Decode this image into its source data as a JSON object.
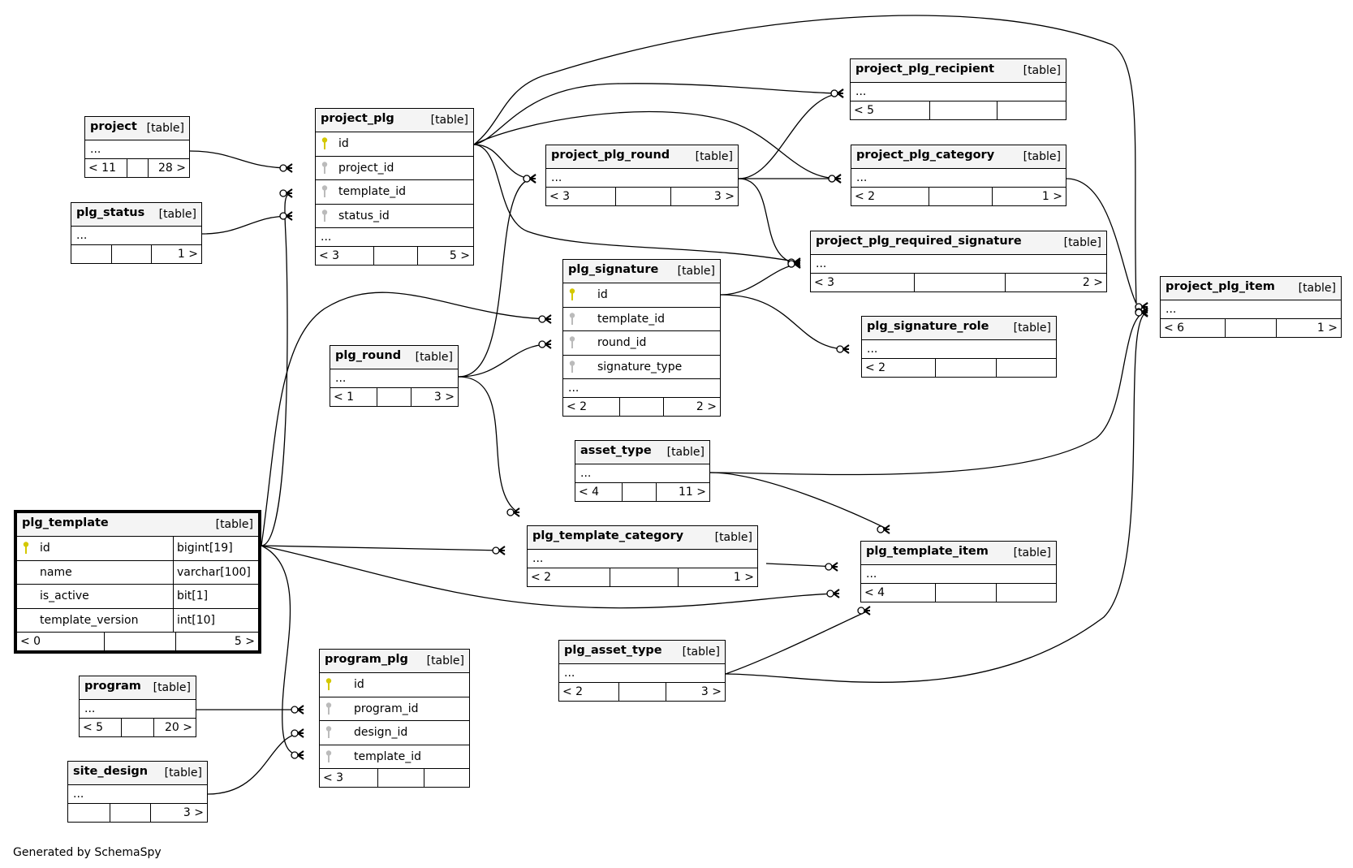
{
  "diagram": {
    "footer": "Generated by SchemaSpy",
    "type_label": "[table]",
    "colors": {
      "pk_key": "#d4c800",
      "fk_key": "#bbbbbb",
      "header_bg": "#f4f4f4",
      "line": "#000000"
    },
    "tables": [
      {
        "id": "project",
        "name": "project",
        "columns": [],
        "ellipsis": "...",
        "parents": "< 11",
        "children": "28 >"
      },
      {
        "id": "plg_status",
        "name": "plg_status",
        "columns": [],
        "ellipsis": "...",
        "parents": "",
        "children": "1 >"
      },
      {
        "id": "project_plg",
        "name": "project_plg",
        "columns": [
          {
            "name": "id",
            "key": "pk"
          },
          {
            "name": "project_id",
            "key": "fk"
          },
          {
            "name": "template_id",
            "key": "fk"
          },
          {
            "name": "status_id",
            "key": "fk"
          }
        ],
        "ellipsis": "...",
        "parents": "< 3",
        "children": "5 >"
      },
      {
        "id": "project_plg_round",
        "name": "project_plg_round",
        "columns": [],
        "ellipsis": "...",
        "parents": "< 3",
        "children": "3 >"
      },
      {
        "id": "project_plg_recipient",
        "name": "project_plg_recipient",
        "columns": [],
        "ellipsis": "...",
        "parents": "< 5",
        "children": ""
      },
      {
        "id": "project_plg_category",
        "name": "project_plg_category",
        "columns": [],
        "ellipsis": "...",
        "parents": "< 2",
        "children": "1 >"
      },
      {
        "id": "project_plg_required_signature",
        "name": "project_plg_required_signature",
        "columns": [],
        "ellipsis": "...",
        "parents": "< 3",
        "children": "2 >"
      },
      {
        "id": "plg_signature",
        "name": "plg_signature",
        "columns": [
          {
            "name": "id",
            "key": "pk"
          },
          {
            "name": "template_id",
            "key": "fk"
          },
          {
            "name": "round_id",
            "key": "fk"
          },
          {
            "name": "signature_type",
            "key": "fk"
          }
        ],
        "ellipsis": "...",
        "parents": "< 2",
        "children": "2 >"
      },
      {
        "id": "plg_round",
        "name": "plg_round",
        "columns": [],
        "ellipsis": "...",
        "parents": "< 1",
        "children": "3 >"
      },
      {
        "id": "plg_signature_role",
        "name": "plg_signature_role",
        "columns": [],
        "ellipsis": "...",
        "parents": "< 2",
        "children": ""
      },
      {
        "id": "project_plg_item",
        "name": "project_plg_item",
        "columns": [],
        "ellipsis": "...",
        "parents": "< 6",
        "children": "1 >"
      },
      {
        "id": "asset_type",
        "name": "asset_type",
        "columns": [],
        "ellipsis": "...",
        "parents": "< 4",
        "children": "11 >"
      },
      {
        "id": "plg_template",
        "name": "plg_template",
        "focus": true,
        "columns": [
          {
            "name": "id",
            "key": "pk",
            "type": "bigint[19]"
          },
          {
            "name": "name",
            "key": "",
            "type": "varchar[100]"
          },
          {
            "name": "is_active",
            "key": "",
            "type": "bit[1]"
          },
          {
            "name": "template_version",
            "key": "",
            "type": "int[10]"
          }
        ],
        "ellipsis": null,
        "parents": "< 0",
        "children": "5 >"
      },
      {
        "id": "plg_template_category",
        "name": "plg_template_category",
        "columns": [],
        "ellipsis": "...",
        "parents": "< 2",
        "children": "1 >"
      },
      {
        "id": "plg_template_item",
        "name": "plg_template_item",
        "columns": [],
        "ellipsis": "...",
        "parents": "< 4",
        "children": ""
      },
      {
        "id": "plg_asset_type",
        "name": "plg_asset_type",
        "columns": [],
        "ellipsis": "...",
        "parents": "< 2",
        "children": "3 >"
      },
      {
        "id": "program",
        "name": "program",
        "columns": [],
        "ellipsis": "...",
        "parents": "< 5",
        "children": "20 >"
      },
      {
        "id": "program_plg",
        "name": "program_plg",
        "columns": [
          {
            "name": "id",
            "key": "pk"
          },
          {
            "name": "program_id",
            "key": "fk"
          },
          {
            "name": "design_id",
            "key": "fk"
          },
          {
            "name": "template_id",
            "key": "fk"
          }
        ],
        "ellipsis": null,
        "parents": "< 3",
        "children": ""
      },
      {
        "id": "site_design",
        "name": "site_design",
        "columns": [],
        "ellipsis": "...",
        "parents": "",
        "children": "3 >"
      }
    ],
    "relationships": [
      {
        "from": "project",
        "to": "project_plg",
        "to_column": "project_id"
      },
      {
        "from": "plg_template",
        "to": "project_plg",
        "to_column": "template_id"
      },
      {
        "from": "plg_status",
        "to": "project_plg",
        "to_column": "status_id"
      },
      {
        "from": "project_plg",
        "to": "project_plg_round"
      },
      {
        "from": "project_plg",
        "to": "project_plg_recipient"
      },
      {
        "from": "project_plg",
        "to": "project_plg_category"
      },
      {
        "from": "project_plg",
        "to": "project_plg_required_signature"
      },
      {
        "from": "project_plg",
        "to": "project_plg_item"
      },
      {
        "from": "project_plg_round",
        "to": "project_plg_recipient"
      },
      {
        "from": "project_plg_round",
        "to": "project_plg_category"
      },
      {
        "from": "project_plg_round",
        "to": "project_plg_required_signature"
      },
      {
        "from": "plg_round",
        "to": "project_plg_round"
      },
      {
        "from": "plg_round",
        "to": "plg_signature",
        "to_column": "round_id"
      },
      {
        "from": "plg_round",
        "to": "plg_template_category"
      },
      {
        "from": "plg_template",
        "to": "plg_signature",
        "to_column": "template_id"
      },
      {
        "from": "plg_signature",
        "to": "project_plg_required_signature"
      },
      {
        "from": "plg_signature",
        "to": "plg_signature_role"
      },
      {
        "from": "project_plg_category",
        "to": "project_plg_item"
      },
      {
        "from": "asset_type",
        "to": "project_plg_item"
      },
      {
        "from": "asset_type",
        "to": "plg_template_item"
      },
      {
        "from": "plg_template",
        "to": "plg_template_category"
      },
      {
        "from": "plg_template",
        "to": "plg_template_item"
      },
      {
        "from": "plg_template_category",
        "to": "plg_template_item"
      },
      {
        "from": "plg_asset_type",
        "to": "plg_template_item"
      },
      {
        "from": "plg_asset_type",
        "to": "project_plg_item"
      },
      {
        "from": "program",
        "to": "program_plg",
        "to_column": "program_id"
      },
      {
        "from": "site_design",
        "to": "program_plg",
        "to_column": "design_id"
      },
      {
        "from": "plg_template",
        "to": "program_plg",
        "to_column": "template_id"
      }
    ]
  }
}
